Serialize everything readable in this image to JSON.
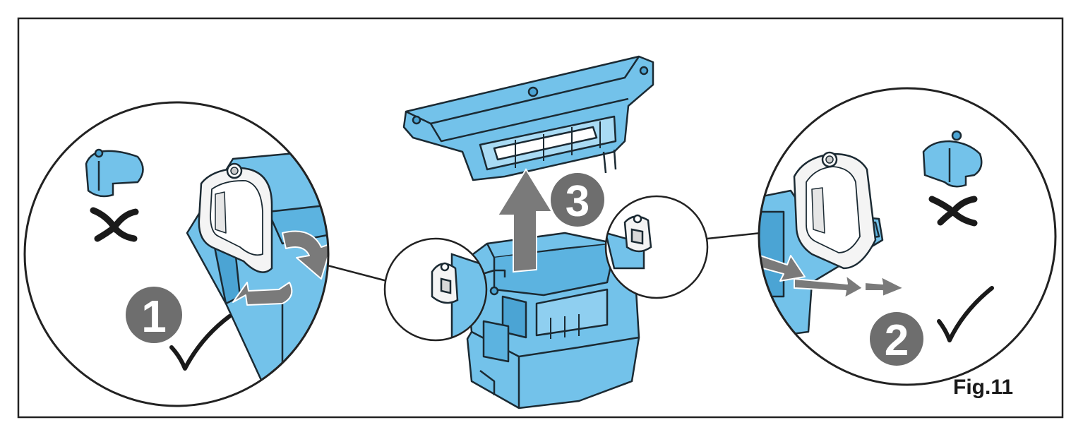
{
  "figure": {
    "label": "Fig.11",
    "steps": [
      "1",
      "2",
      "3"
    ],
    "colors": {
      "frame": "#222222",
      "part_fill": "#73c2ea",
      "part_dark": "#4ba4d4",
      "part_stroke": "#1b2a33",
      "step_badge": "#6e6e6e",
      "arrow": "#7a7a7a",
      "cap": "#f4f4f4"
    },
    "icons": [
      "cross-mark-icon",
      "check-mark-icon",
      "up-arrow-icon",
      "twist-arrow-icon",
      "drip-tray-icon"
    ]
  }
}
